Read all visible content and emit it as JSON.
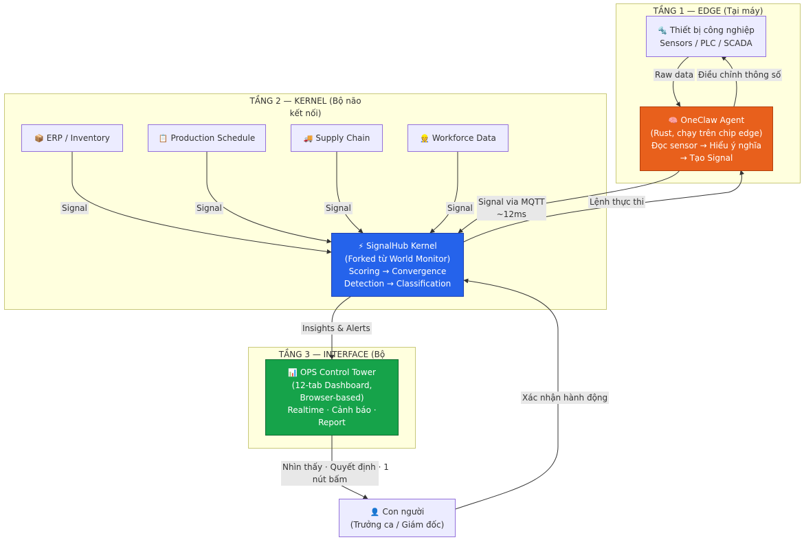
{
  "groups": {
    "edge": {
      "title": "TẦNG 1 — EDGE (Tại máy)"
    },
    "kernel": {
      "title_l1": "TẦNG 2 — KERNEL (Bộ não",
      "title_l2": "kết nối)"
    },
    "interface": {
      "title": "TẦNG 3 — INTERFACE (Bộ"
    }
  },
  "nodes": {
    "device": {
      "icon": "🔩",
      "line1": "Thiết bị công nghiệp",
      "line2": "Sensors / PLC / SCADA"
    },
    "oneclaw": {
      "icon": "🧠",
      "line1": "OneClaw Agent",
      "line2": "(Rust, chạy trên chip edge)",
      "line3": "Đọc sensor → Hiểu ý nghĩa",
      "line4": "→ Tạo Signal"
    },
    "erp": {
      "icon": "📦",
      "label": "ERP / Inventory"
    },
    "production": {
      "icon": "📋",
      "label": "Production Schedule"
    },
    "supply": {
      "icon": "🚚",
      "label": "Supply Chain"
    },
    "workforce": {
      "icon": "👷",
      "label": "Workforce Data"
    },
    "signalhub": {
      "icon": "⚡",
      "line1": "SignalHub Kernel",
      "line2": "(Forked từ World Monitor)",
      "line3": "Scoring → Convergence",
      "line4": "Detection → Classification"
    },
    "ops": {
      "icon": "📊",
      "line1": "OPS Control Tower",
      "line2": "(12-tab Dashboard,",
      "line3": "Browser-based)",
      "line4": "Realtime · Cảnh báo ·",
      "line5": "Report"
    },
    "human": {
      "icon": "👤",
      "line1": "Con người",
      "line2": "(Trưởng ca / Giám đốc)"
    }
  },
  "edges": {
    "raw_data": "Raw data",
    "adjust": "Điều chỉnh thông số",
    "signal_erp": "Signal",
    "signal_prod": "Signal",
    "signal_supply": "Signal",
    "signal_workforce": "Signal",
    "mqtt_l1": "Signal via MQTT",
    "mqtt_l2": "~12ms",
    "command": "Lệnh thực thi",
    "insights": "Insights & Alerts",
    "see_l1": "Nhìn thấy · Quyết định · 1",
    "see_l2": "nút bấm",
    "confirm": "Xác nhận hành động"
  },
  "colors": {
    "cluster_fill": "#ffffde",
    "node_fill": "#ececff",
    "oneclaw": "#e8601c",
    "signalhub": "#2563eb",
    "ops": "#16a34a"
  }
}
